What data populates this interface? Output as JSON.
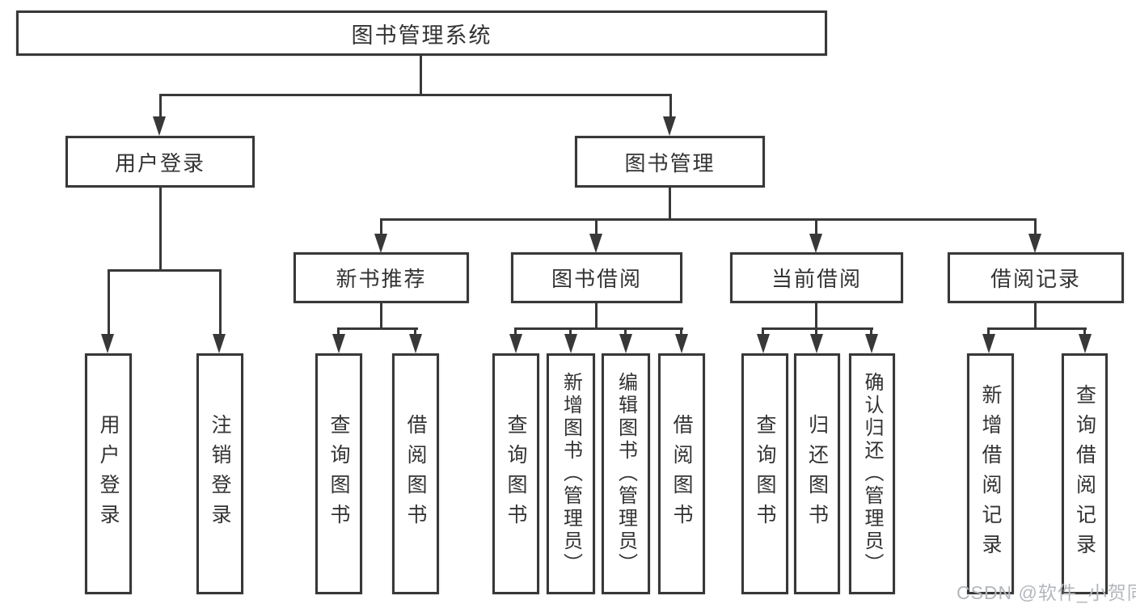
{
  "diagram_title": "图书管理系统",
  "tree": {
    "root": {
      "label": "图书管理系统"
    },
    "branches": [
      {
        "label": "用户登录",
        "children": [
          {
            "label": "用户登录"
          },
          {
            "label": "注销登录"
          }
        ]
      },
      {
        "label": "图书管理",
        "children": [
          {
            "label": "新书推荐",
            "children": [
              {
                "label": "查询图书"
              },
              {
                "label": "借阅图书"
              }
            ]
          },
          {
            "label": "图书借阅",
            "children": [
              {
                "label": "查询图书"
              },
              {
                "label": "新增图书（管理员）"
              },
              {
                "label": "编辑图书（管理员）"
              },
              {
                "label": "借阅图书"
              }
            ]
          },
          {
            "label": "当前借阅",
            "children": [
              {
                "label": "查询图书"
              },
              {
                "label": "归还图书"
              },
              {
                "label": "确认归还（管理员）"
              }
            ]
          },
          {
            "label": "借阅记录",
            "children": [
              {
                "label": "新增借阅记录"
              },
              {
                "label": "查询借阅记录"
              }
            ]
          }
        ]
      }
    ]
  },
  "watermark": {
    "text": "CSDN @软件_小贺同学",
    "color": "#b3b7bc"
  },
  "colors": {
    "line": "#383838",
    "node_border": "#383838",
    "text": "#333333",
    "background": "#ffffff"
  }
}
